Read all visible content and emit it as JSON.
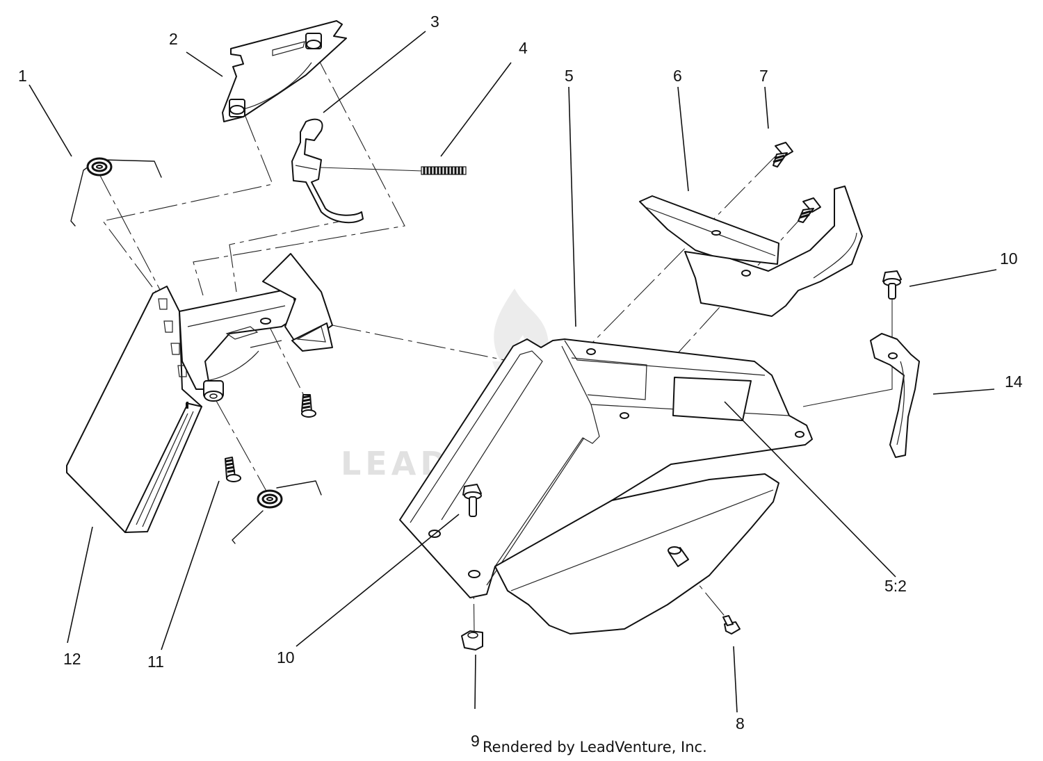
{
  "callouts": {
    "c1": "1",
    "c2": "2",
    "c3": "3",
    "c4": "4",
    "c5": "5",
    "c6": "6",
    "c7": "7",
    "c8": "8",
    "c9": "9",
    "c10a": "10",
    "c10b": "10",
    "c11": "11",
    "c12": "12",
    "c14": "14",
    "c5_2": "5:2"
  },
  "watermark": "LEADVENTURE",
  "footer": "Rendered by LeadVenture, Inc.",
  "colors": {
    "line": "#111111",
    "background": "#ffffff",
    "watermark": "#e1e1e1"
  }
}
